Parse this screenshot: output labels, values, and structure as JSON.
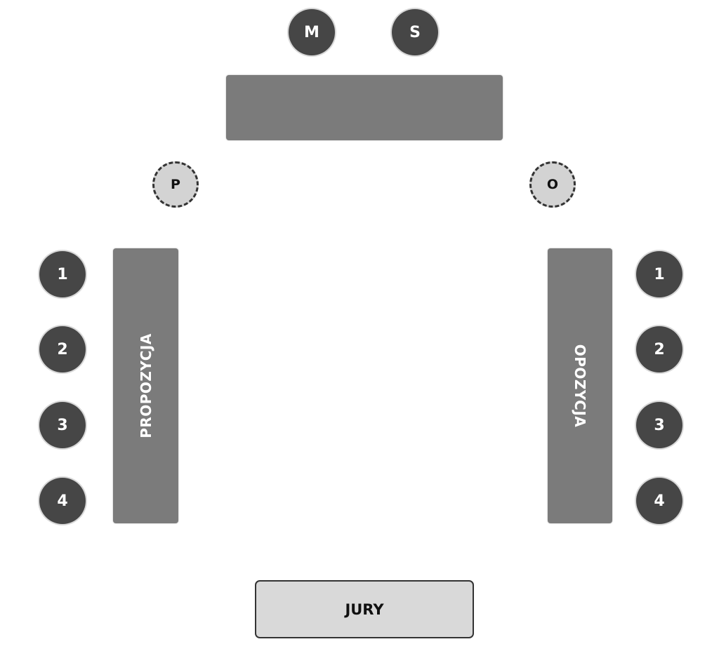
{
  "top": {
    "marshal": "M",
    "speaker": "S"
  },
  "podiums": {
    "proposition": "P",
    "opposition": "O"
  },
  "proposition": {
    "label": "PROPOZYCJA",
    "seats": [
      "1",
      "2",
      "3",
      "4"
    ]
  },
  "opposition": {
    "label": "OPOZYCJA",
    "seats": [
      "1",
      "2",
      "3",
      "4"
    ]
  },
  "jury": {
    "label": "JURY"
  }
}
